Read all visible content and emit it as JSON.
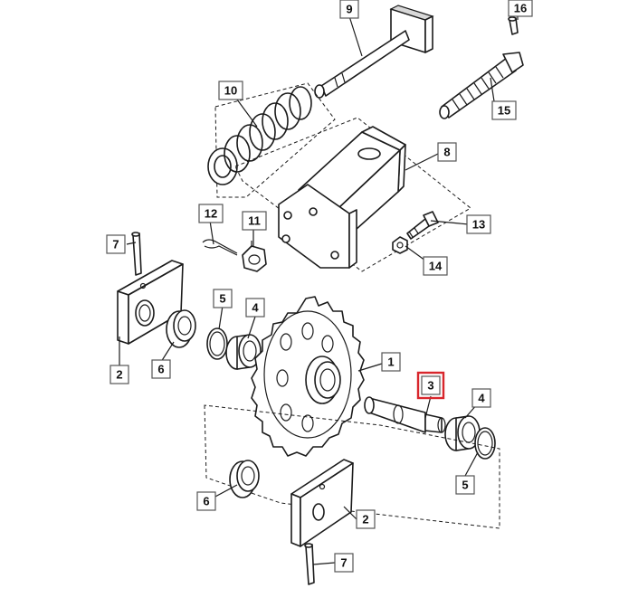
{
  "highlight_color": "#d8262c",
  "highlighted_callout": "3",
  "callouts": {
    "c1": "1",
    "c2a": "2",
    "c2b": "2",
    "c3": "3",
    "c4a": "4",
    "c4b": "4",
    "c5a": "5",
    "c5b": "5",
    "c6a": "6",
    "c6b": "6",
    "c7a": "7",
    "c7b": "7",
    "c8": "8",
    "c9": "9",
    "c10": "10",
    "c11": "11",
    "c12": "12",
    "c13": "13",
    "c14": "14",
    "c15": "15",
    "c16": "16"
  }
}
